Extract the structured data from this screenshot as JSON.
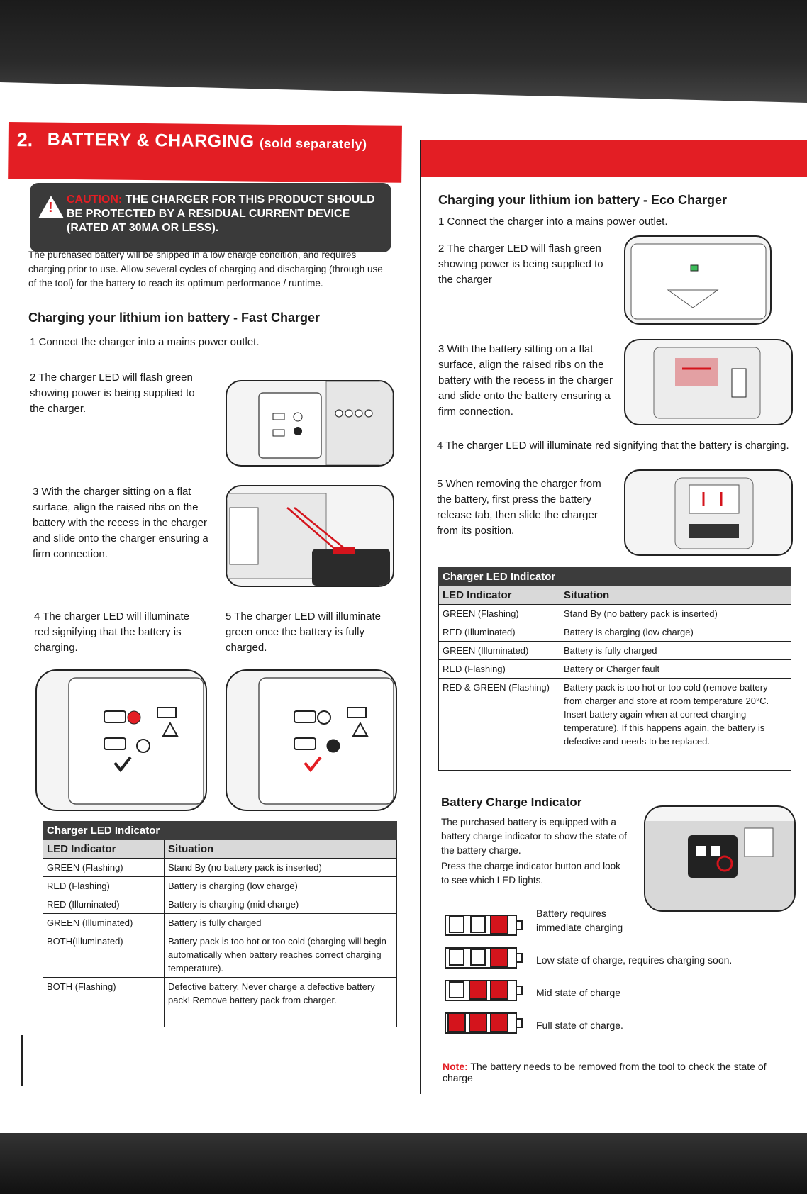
{
  "section": {
    "number": "2.",
    "title": "BATTERY & CHARGING",
    "subtitle": "(sold separately)"
  },
  "caution": {
    "label": "CAUTION:",
    "text": "THE CHARGER FOR THIS PRODUCT SHOULD BE PROTECTED BY A RESIDUAL CURRENT DEVICE (RATED AT 30MA OR LESS)."
  },
  "intro": "The purchased battery will be shipped in a low charge condition, and requires charging prior to use. Allow several cycles of charging and discharging (through use of the tool) for the battery to reach its optimum performance / runtime.",
  "fast": {
    "heading": "Charging your lithium ion battery - Fast Charger",
    "steps": [
      "1  Connect the charger into a mains power outlet.",
      "2  The charger LED will flash green showing power is being supplied to the charger.",
      "3  With the charger sitting on a flat surface, align the raised ribs on the battery with the recess in the charger and slide onto the charger ensuring a firm connection.",
      "4 The charger LED will illuminate red signifying that the battery is charging.",
      "5 The charger LED will illuminate green once the battery is fully charged."
    ],
    "table": {
      "caption": "Charger LED Indicator",
      "head": [
        "LED Indicator",
        "Situation"
      ],
      "rows": [
        [
          "GREEN (Flashing)",
          "Stand By (no battery pack is inserted)"
        ],
        [
          "RED (Flashing)",
          "Battery is charging (low charge)"
        ],
        [
          "RED (Illuminated)",
          "Battery is charging (mid charge)"
        ],
        [
          "GREEN (Illuminated)",
          "Battery is fully charged"
        ],
        [
          "BOTH(Illuminated)",
          "Battery pack is too hot or too cold (charging will begin automatically when battery reaches correct charging temperature)."
        ],
        [
          "BOTH (Flashing)",
          "Defective battery. Never charge a defective battery pack! Remove battery pack from charger."
        ]
      ]
    }
  },
  "eco": {
    "heading": "Charging your lithium ion battery - Eco Charger",
    "steps": [
      "1  Connect the charger into a mains power outlet.",
      "2  The charger LED will flash green showing power is being supplied to the charger",
      "3  With the battery sitting on a flat surface, align the raised ribs on the battery with the recess in the charger and slide onto the battery ensuring a firm connection.",
      "4 The charger LED will illuminate red signifying that the battery is charging.",
      "5 When removing the charger from the battery, first press the battery release tab, then slide the charger from its position."
    ],
    "table": {
      "caption": "Charger LED Indicator",
      "head": [
        "LED Indicator",
        "Situation"
      ],
      "rows": [
        [
          "GREEN (Flashing)",
          "Stand By (no battery pack is inserted)"
        ],
        [
          "RED (Illuminated)",
          "Battery is charging (low charge)"
        ],
        [
          "GREEN (Illuminated)",
          "Battery is fully charged"
        ],
        [
          "RED (Flashing)",
          "Battery or Charger fault"
        ],
        [
          "RED & GREEN (Flashing)",
          "Battery pack is too hot or too cold (remove battery from charger and store at room temperature 20°C. Insert battery again when at correct charging temperature). If this happens again, the battery is defective and needs to be replaced."
        ]
      ]
    }
  },
  "bci": {
    "heading": "Battery Charge Indicator",
    "text1": "The purchased battery is equipped with a battery charge indicator to show the state of the battery charge.",
    "text2": "Press the charge indicator button and look to see which LED lights.",
    "levels": [
      {
        "label": "Battery requires immediate charging",
        "lit": 1
      },
      {
        "label": "Low state of charge, requires charging soon.",
        "lit": 1
      },
      {
        "label": "Mid state of charge",
        "lit": 2
      },
      {
        "label": "Full state of charge.",
        "lit": 3
      }
    ],
    "note_label": "Note:",
    "note_text": "The battery needs to be removed from the tool to check the state of charge"
  },
  "colors": {
    "accent": "#e31e24",
    "dark": "#3c3c3c"
  }
}
